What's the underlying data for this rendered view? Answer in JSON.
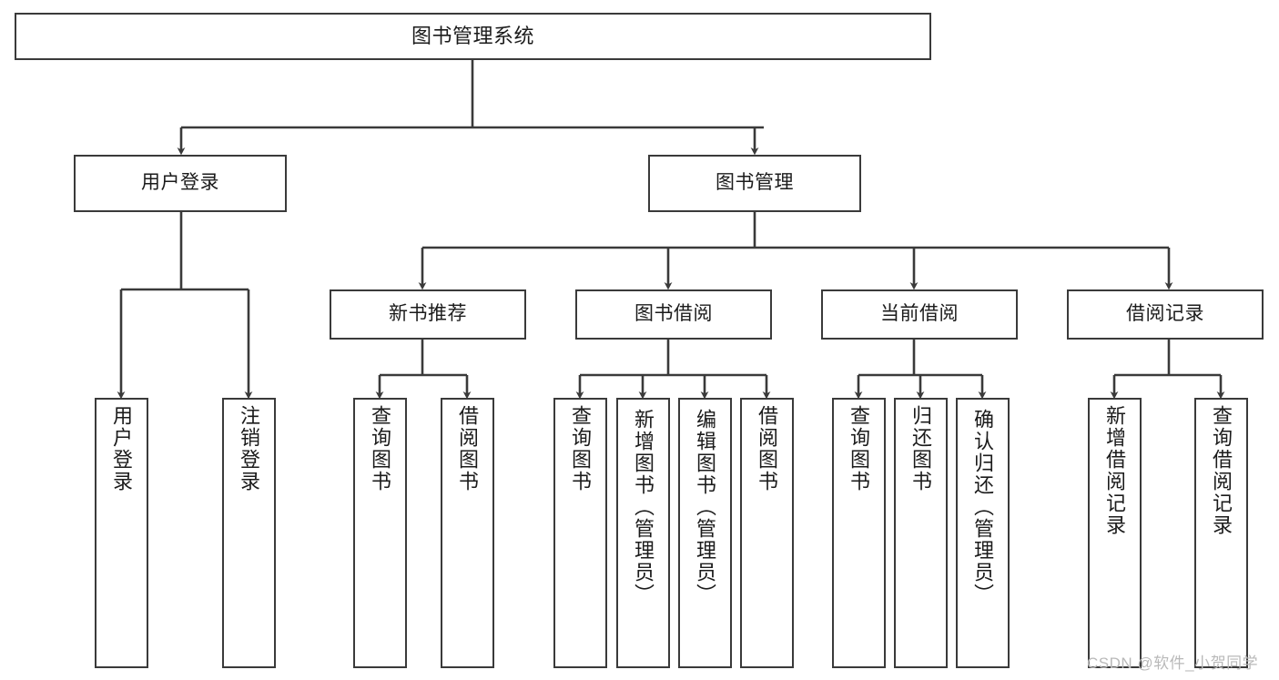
{
  "diagram": {
    "title": "图书管理系统",
    "type": "tree-hierarchy",
    "levels": 4,
    "colors": {
      "node_border": "#3a3a3a",
      "node_fill": "#ffffff",
      "edge": "#3a3a3a",
      "text": "#1b1b1b",
      "watermark": "#b9b9b9",
      "background": "#ffffff"
    },
    "nodes": {
      "root": {
        "label": "图书管理系统"
      },
      "level2": [
        {
          "label": "用户登录"
        },
        {
          "label": "图书管理"
        }
      ],
      "level3": [
        {
          "label": "新书推荐"
        },
        {
          "label": "图书借阅"
        },
        {
          "label": "当前借阅"
        },
        {
          "label": "借阅记录"
        }
      ],
      "leaves": {
        "user_login": [
          {
            "label": "用户登录"
          },
          {
            "label": "注销登录"
          }
        ],
        "new_book_recommend": [
          {
            "label": "查询图书"
          },
          {
            "label": "借阅图书"
          }
        ],
        "book_borrow": [
          {
            "label": "查询图书"
          },
          {
            "label": "新增图书（管理员）"
          },
          {
            "label": "编辑图书（管理员）"
          },
          {
            "label": "借阅图书"
          }
        ],
        "current_borrow": [
          {
            "label": "查询图书"
          },
          {
            "label": "归还图书"
          },
          {
            "label": "确认归还（管理员）"
          }
        ],
        "borrow_record": [
          {
            "label": "新增借阅记录"
          },
          {
            "label": "查询借阅记录"
          }
        ]
      }
    },
    "watermark": "CSDN @软件_小贺同学"
  }
}
